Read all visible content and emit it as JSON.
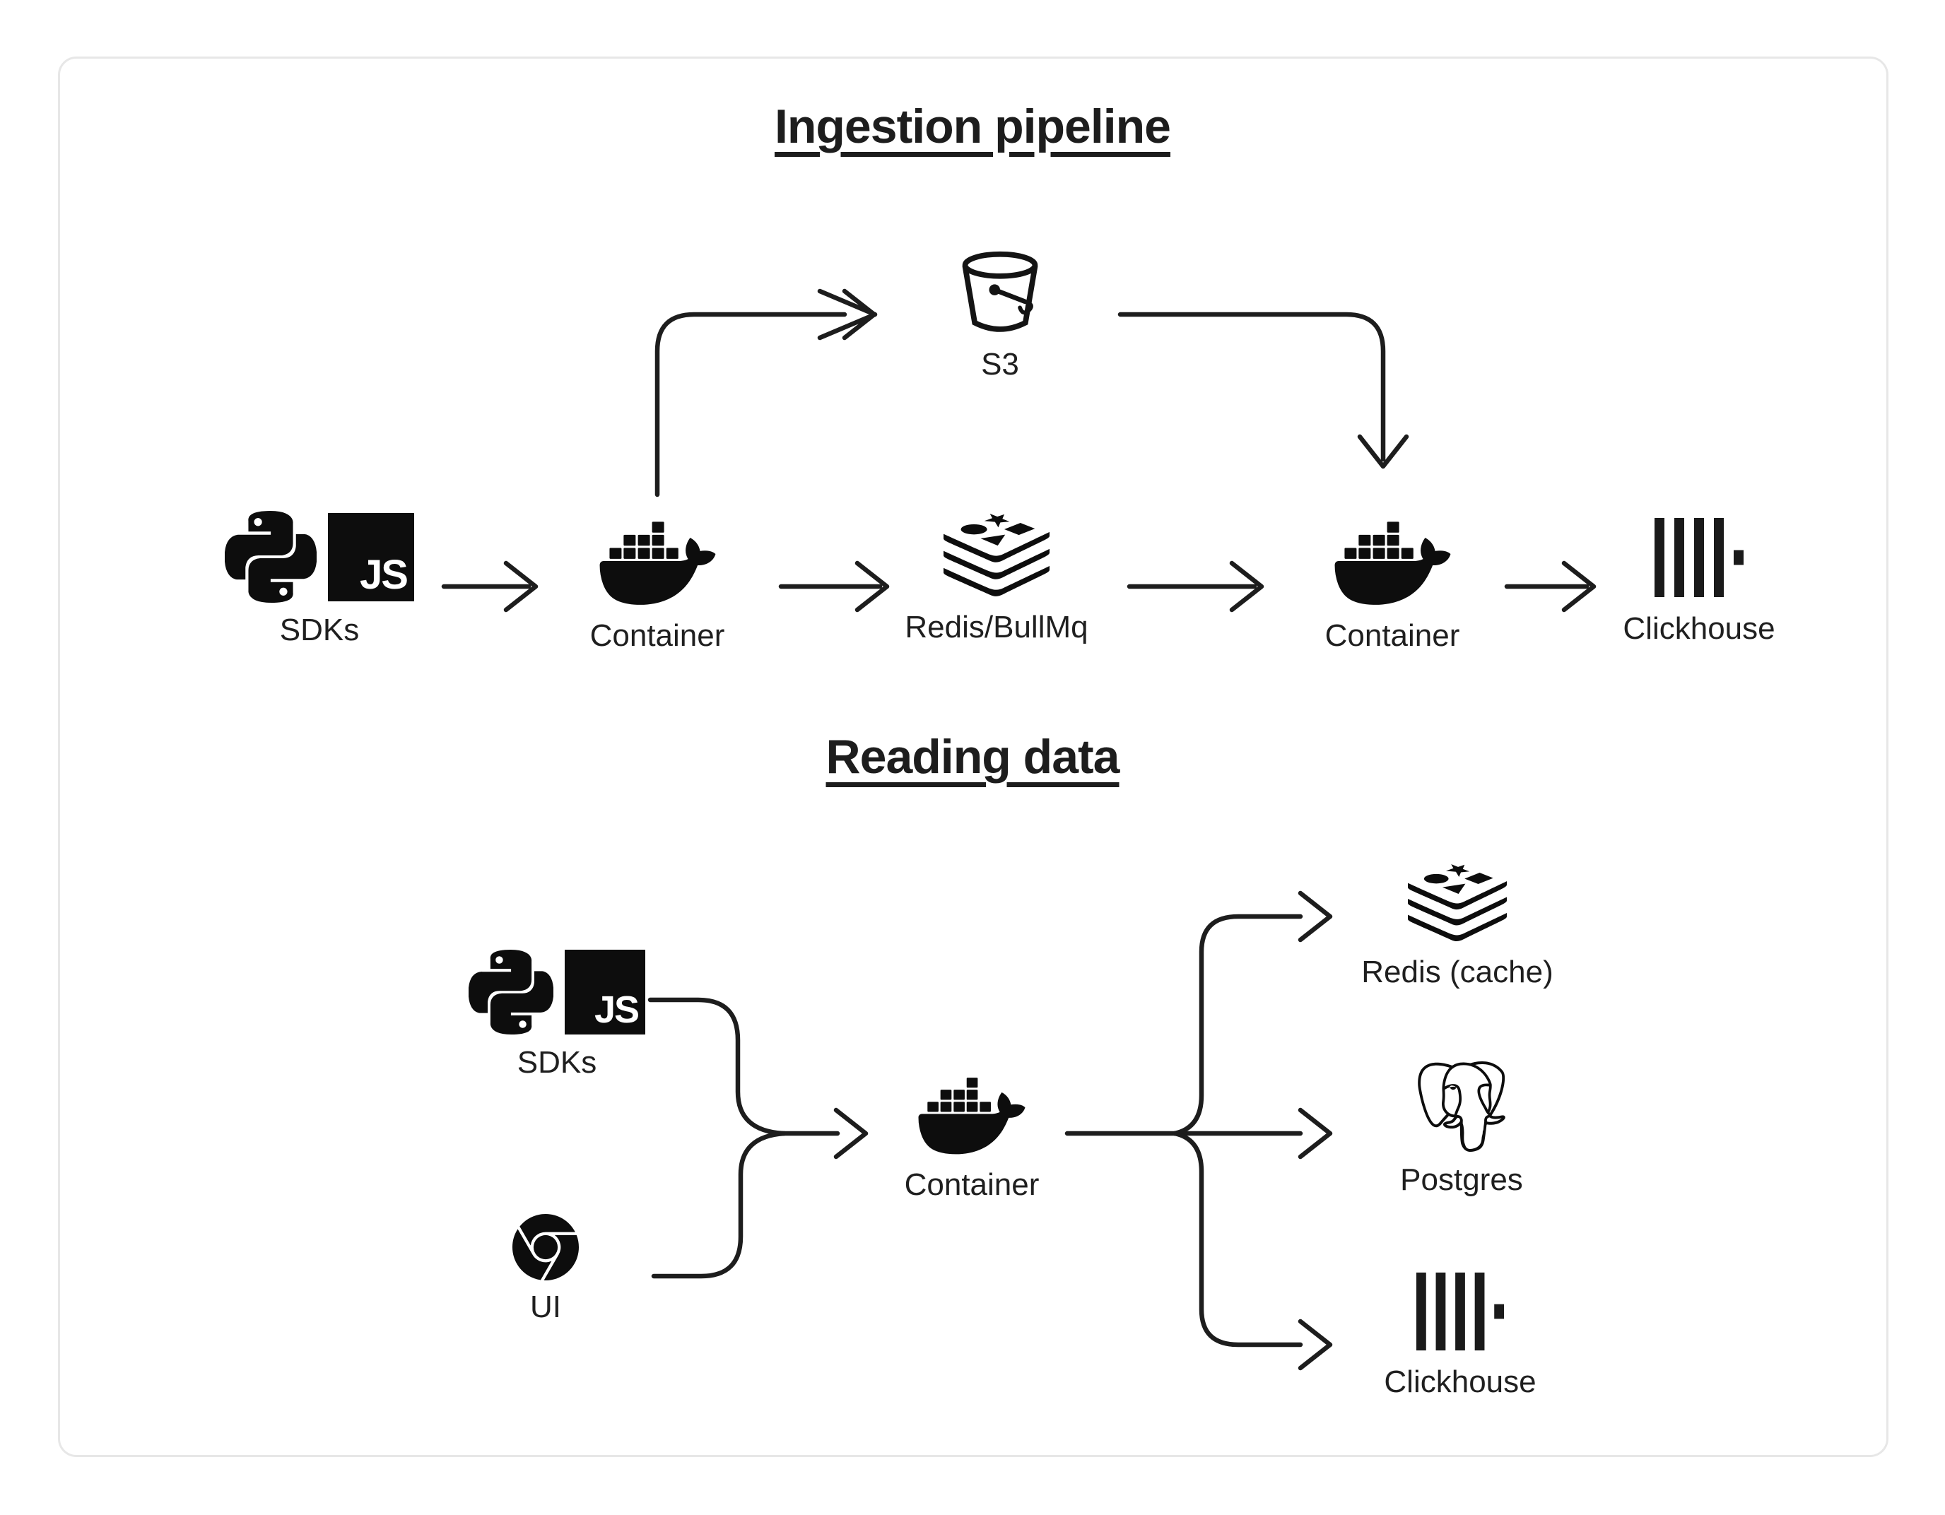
{
  "ingestion": {
    "title": "Ingestion pipeline",
    "nodes": {
      "sdks": "SDKs",
      "container_in": "Container",
      "s3": "S3",
      "queue": "Redis/BullMq",
      "container_worker": "Container",
      "clickhouse": "Clickhouse"
    }
  },
  "reading": {
    "title": "Reading data",
    "nodes": {
      "sdks": "SDKs",
      "ui": "UI",
      "container": "Container",
      "redis_cache": "Redis (cache)",
      "postgres": "Postgres",
      "clickhouse": "Clickhouse"
    }
  },
  "icons": {
    "js_badge": "JS"
  },
  "edges": [
    {
      "from": "SDKs",
      "to": "Container"
    },
    {
      "from": "Container",
      "to": "S3"
    },
    {
      "from": "Container",
      "to": "Redis/BullMq"
    },
    {
      "from": "S3",
      "to": "Container (worker)"
    },
    {
      "from": "Redis/BullMq",
      "to": "Container (worker)"
    },
    {
      "from": "Container (worker)",
      "to": "Clickhouse"
    },
    {
      "from": "SDKs",
      "to": "Container (reader)"
    },
    {
      "from": "UI",
      "to": "Container (reader)"
    },
    {
      "from": "Container (reader)",
      "to": "Redis (cache)"
    },
    {
      "from": "Container (reader)",
      "to": "Postgres"
    },
    {
      "from": "Container (reader)",
      "to": "Clickhouse"
    }
  ],
  "colors": {
    "ink": "#1d1d1d",
    "card_border": "#e7e7e7",
    "background": "#ffffff"
  }
}
